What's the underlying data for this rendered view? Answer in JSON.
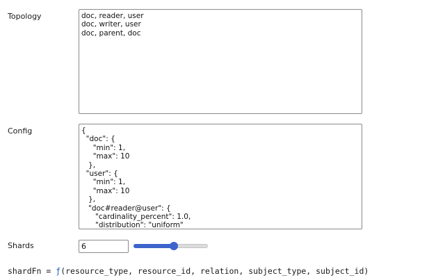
{
  "topology": {
    "label": "Topology",
    "value": "doc, reader, user\ndoc, writer, user\ndoc, parent, doc"
  },
  "config": {
    "label": "Config",
    "value": "{\n  \"doc\": {\n     \"min\": 1,\n     \"max\": 10\n   },\n  \"user\": {\n     \"min\": 1,\n     \"max\": 10\n   },\n   \"doc#reader@user\": {\n      \"cardinality_percent\": 1.0,\n      \"distribution\": \"uniform\"\n   }\n}"
  },
  "shards": {
    "label": "Shards",
    "value": "6",
    "slider_fraction": 0.54
  },
  "shard_fn": {
    "prefix": "shardFn = ",
    "fn_symbol": "ƒ",
    "args": "(resource_type, resource_id, relation, subject_type, subject_id)"
  },
  "colors": {
    "accent": "#3d63cc",
    "fn_symbol": "#1f5fbf"
  }
}
